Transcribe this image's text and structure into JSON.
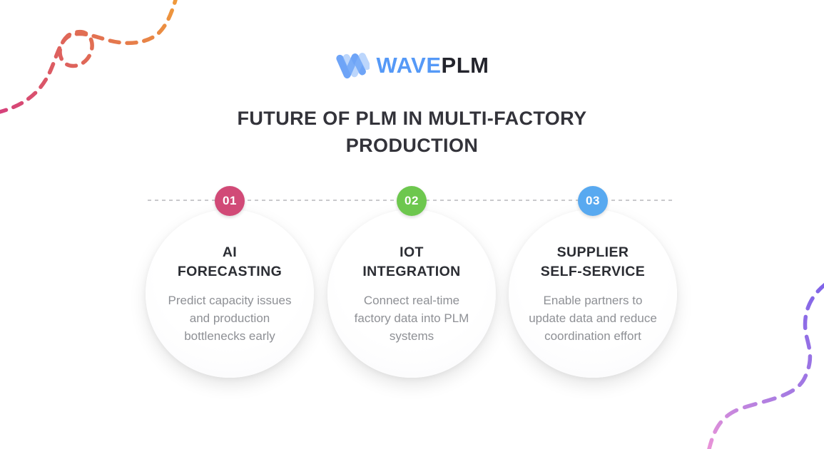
{
  "brand": {
    "icon": "wave-w-mark",
    "name_primary": "WAVE",
    "name_secondary": "PLM"
  },
  "title": "FUTURE OF PLM IN MULTI-FACTORY\nPRODUCTION",
  "steps": [
    {
      "number": "01",
      "badge_color": "#d14a77",
      "heading": "AI\nFORECASTING",
      "body": "Predict capacity issues\nand production\nbottlenecks early"
    },
    {
      "number": "02",
      "badge_color": "#6dc74e",
      "heading": "IOT\nINTEGRATION",
      "body": "Connect real-time\nfactory data into PLM\nsystems"
    },
    {
      "number": "03",
      "badge_color": "#58a9f0",
      "heading": "SUPPLIER\nSELF-SERVICE",
      "body": "Enable partners to\nupdate data and reduce\ncoordination effort"
    }
  ],
  "colors": {
    "background": "#ffffff",
    "brand_blue": "#5599f7",
    "brand_dark": "#23242c",
    "title_text": "#33333a",
    "heading_text": "#2b2d33",
    "body_text": "#8e9095",
    "connector_gray": "#c9c9cc",
    "decoration_pink": "#d5417c",
    "decoration_orange": "#ef9a3a",
    "decoration_purple": "#7e63e8",
    "decoration_light_pink": "#e893d8"
  }
}
